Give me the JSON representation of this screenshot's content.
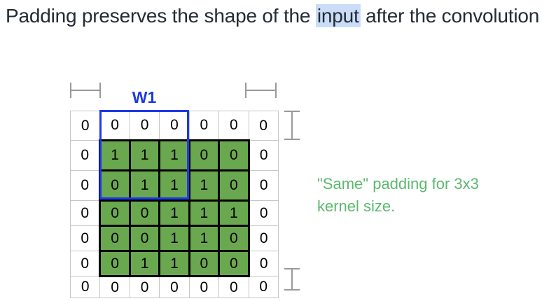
{
  "slide": {
    "title": {
      "before": "Padding preserves the shape of the ",
      "highlight": "input",
      "after": " after the convolution"
    },
    "caption": "\"Same\" padding for 3x3 kernel size."
  },
  "diagram": {
    "kernel_label": "W1",
    "grid_rows": 7,
    "grid_cols": 7,
    "grid": {
      "values": [
        [
          0,
          0,
          0,
          0,
          0,
          0,
          0
        ],
        [
          0,
          1,
          1,
          1,
          0,
          0,
          0
        ],
        [
          0,
          0,
          1,
          1,
          1,
          0,
          0
        ],
        [
          0,
          0,
          0,
          1,
          1,
          1,
          0
        ],
        [
          0,
          0,
          0,
          1,
          1,
          0,
          0
        ],
        [
          0,
          0,
          1,
          1,
          0,
          0,
          0
        ],
        [
          0,
          0,
          0,
          0,
          0,
          0,
          0
        ]
      ],
      "green_region": {
        "row_start": 1,
        "row_end": 5,
        "col_start": 1,
        "col_end": 5
      }
    },
    "kernel_window": {
      "row_start": 0,
      "col_start": 1,
      "rows": 3,
      "cols": 3
    }
  },
  "colors": {
    "title-ink": "#232b33",
    "highlight-blue": "#c9ddf8",
    "cell-green": "#6aa84f",
    "kernel-blue": "#1d39e8",
    "caption-green": "#5bb96e",
    "grid-line": "#c6c6c6",
    "marker-gray": "#999999"
  }
}
